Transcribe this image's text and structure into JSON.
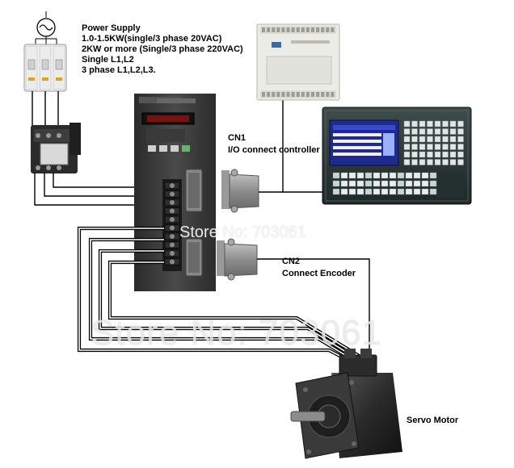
{
  "power_supply": {
    "lines": [
      "Power Supply",
      "1.0-1.5KW(single/3 phase 20VAC)",
      "2KW or more (Single/3 phase 220VAC)",
      "Single L1,L2",
      "3 phase L1,L2,L3."
    ]
  },
  "cn1": {
    "title": "CN1",
    "subtitle": "I/O connect controller"
  },
  "cn2": {
    "title": "CN2",
    "subtitle": "Connect Encoder"
  },
  "servo_motor": {
    "label": "Servo Motor"
  },
  "watermarks": {
    "small": "Store No: 703061",
    "large": "Store No: 703061"
  },
  "colors": {
    "wire": "#000000",
    "drive_body": "#3a3a3a",
    "cnc_body": "#2f3b3a",
    "cnc_screen": "#1d2a8c",
    "plc_body": "#e8e8e3",
    "motor_body": "#2a2a2a"
  }
}
